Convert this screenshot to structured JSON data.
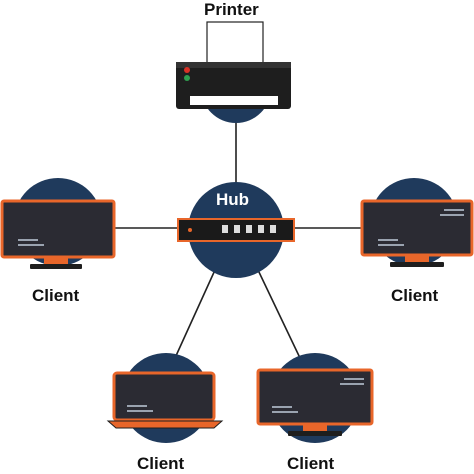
{
  "diagram": {
    "hub": {
      "label": "Hub"
    },
    "printer": {
      "label": "Printer"
    },
    "clients": [
      {
        "label": "Client"
      },
      {
        "label": "Client"
      },
      {
        "label": "Client"
      },
      {
        "label": "Client"
      }
    ]
  },
  "colors": {
    "node_circle": "#1f3a5c",
    "device_orange": "#e8662a",
    "screen_dark": "#2b2b33",
    "link_line": "#222222",
    "printer_body": "#1e1e1e",
    "led_red": "#d93025",
    "led_green": "#2e9e4f"
  }
}
